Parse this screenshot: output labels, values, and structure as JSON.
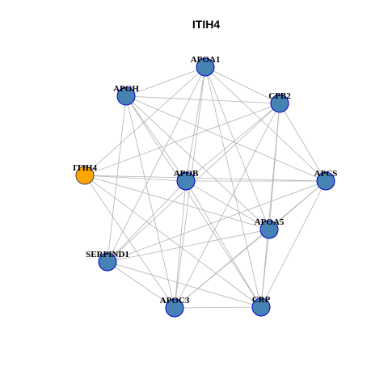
{
  "title": "ITIH4",
  "colors": {
    "node_fill": "#4682b4",
    "node_stroke": "#0000cd",
    "focus_fill": "#ffa500",
    "focus_stroke": "#444444",
    "edge": "#b3b3b3"
  },
  "nodes": [
    {
      "id": "APOA1",
      "label": "APOA1",
      "focus": false
    },
    {
      "id": "APOH",
      "label": "APOH",
      "focus": false
    },
    {
      "id": "CPB2",
      "label": "CPB2",
      "focus": false
    },
    {
      "id": "ITIH4",
      "label": "ITIH4",
      "focus": true
    },
    {
      "id": "APOB",
      "label": "APOB",
      "focus": false
    },
    {
      "id": "APCS",
      "label": "APCS",
      "focus": false
    },
    {
      "id": "APOA5",
      "label": "APOA5",
      "focus": false
    },
    {
      "id": "SERPIND1",
      "label": "SERPIND1",
      "focus": false
    },
    {
      "id": "APOC3",
      "label": "APOC3",
      "focus": false
    },
    {
      "id": "CRP",
      "label": "CRP",
      "focus": false
    }
  ],
  "edges": [
    [
      "APOA1",
      "APOH"
    ],
    [
      "APOA1",
      "CPB2"
    ],
    [
      "APOA1",
      "ITIH4"
    ],
    [
      "APOA1",
      "APOB"
    ],
    [
      "APOA1",
      "APCS"
    ],
    [
      "APOA1",
      "APOA5"
    ],
    [
      "APOA1",
      "SERPIND1"
    ],
    [
      "APOA1",
      "APOC3"
    ],
    [
      "APOA1",
      "CRP"
    ],
    [
      "APOH",
      "CPB2"
    ],
    [
      "APOH",
      "APOB"
    ],
    [
      "APOH",
      "APCS"
    ],
    [
      "APOH",
      "APOA5"
    ],
    [
      "APOH",
      "SERPIND1"
    ],
    [
      "APOH",
      "APOC3"
    ],
    [
      "APOH",
      "CRP"
    ],
    [
      "CPB2",
      "ITIH4"
    ],
    [
      "CPB2",
      "APOB"
    ],
    [
      "CPB2",
      "APCS"
    ],
    [
      "CPB2",
      "APOA5"
    ],
    [
      "CPB2",
      "SERPIND1"
    ],
    [
      "CPB2",
      "APOC3"
    ],
    [
      "CPB2",
      "CRP"
    ],
    [
      "ITIH4",
      "APOB"
    ],
    [
      "ITIH4",
      "APCS"
    ],
    [
      "ITIH4",
      "APOA5"
    ],
    [
      "ITIH4",
      "APOC3"
    ],
    [
      "ITIH4",
      "CRP"
    ],
    [
      "APOB",
      "APCS"
    ],
    [
      "APOB",
      "APOA5"
    ],
    [
      "APOB",
      "SERPIND1"
    ],
    [
      "APOB",
      "APOC3"
    ],
    [
      "APOB",
      "CRP"
    ],
    [
      "APCS",
      "APOA5"
    ],
    [
      "APCS",
      "SERPIND1"
    ],
    [
      "APCS",
      "APOC3"
    ],
    [
      "APCS",
      "CRP"
    ],
    [
      "APOA5",
      "SERPIND1"
    ],
    [
      "APOA5",
      "APOC3"
    ],
    [
      "APOA5",
      "CRP"
    ],
    [
      "SERPIND1",
      "APOC3"
    ],
    [
      "SERPIND1",
      "CRP"
    ],
    [
      "APOC3",
      "CRP"
    ]
  ]
}
